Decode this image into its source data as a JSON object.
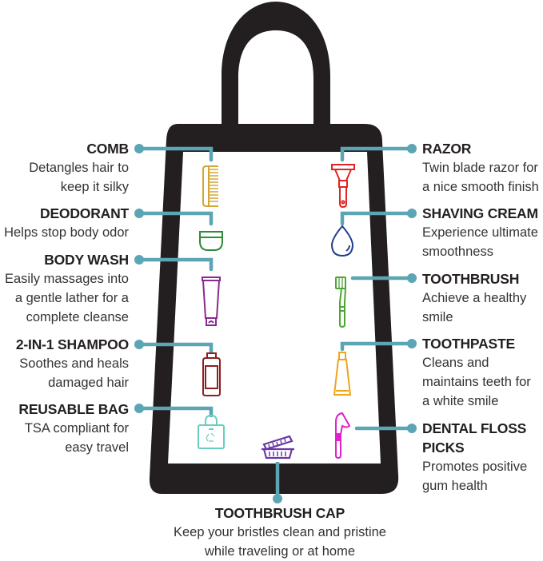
{
  "colors": {
    "bag": "#231f20",
    "connector": "#5ba5b4",
    "comb": "#d4a733",
    "deodorant": "#2e8b3a",
    "body_wash": "#8b2a8e",
    "shampoo": "#8b2020",
    "reusable_bag": "#66cfc0",
    "razor": "#e02424",
    "shaving_cream": "#1f3f8a",
    "toothbrush": "#4ea535",
    "toothpaste": "#f0a41c",
    "floss": "#e020c8",
    "toothbrush_cap": "#6a38a8"
  },
  "left_items": [
    {
      "title": "COMB",
      "desc": [
        "Detangles hair to",
        "keep it silky"
      ],
      "icon": "comb-icon"
    },
    {
      "title": "DEODORANT",
      "desc": [
        "Helps stop body odor"
      ],
      "icon": "deodorant-icon"
    },
    {
      "title": "BODY WASH",
      "desc": [
        "Easily massages into",
        "a gentle lather for a",
        "complete cleanse"
      ],
      "icon": "body-wash-tube-icon"
    },
    {
      "title": "2-IN-1 SHAMPOO",
      "desc": [
        "Soothes and heals",
        "damaged hair"
      ],
      "icon": "shampoo-bottle-icon"
    },
    {
      "title": "REUSABLE BAG",
      "desc": [
        "TSA compliant for",
        "easy travel"
      ],
      "icon": "recycle-bag-icon"
    }
  ],
  "right_items": [
    {
      "title": "RAZOR",
      "desc": [
        "Twin blade razor for",
        "a nice smooth finish"
      ],
      "icon": "razor-icon"
    },
    {
      "title": "SHAVING CREAM",
      "desc": [
        "Experience ultimate",
        "smoothness"
      ],
      "icon": "droplet-icon"
    },
    {
      "title": "TOOTHBRUSH",
      "desc": [
        "Achieve a healthy",
        "smile"
      ],
      "icon": "toothbrush-icon"
    },
    {
      "title": "TOOTHPASTE",
      "desc": [
        "Cleans and",
        "maintains teeth for",
        "a white smile"
      ],
      "icon": "toothpaste-icon"
    },
    {
      "title": [
        "DENTAL FLOSS",
        "PICKS"
      ],
      "desc": [
        "Promotes positive",
        "gum health"
      ],
      "icon": "floss-pick-icon"
    }
  ],
  "bottom_item": {
    "title": "TOOTHBRUSH CAP",
    "desc": [
      "Keep your bristles clean and pristine",
      "while traveling or at home"
    ],
    "icon": "toothbrush-cap-icon"
  }
}
